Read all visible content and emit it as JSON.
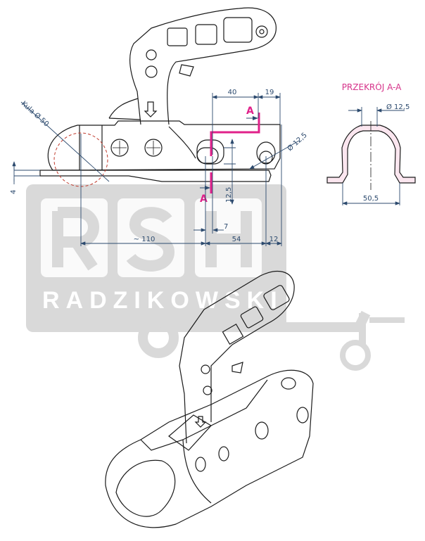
{
  "drawing": {
    "section_title": "PRZEKRÓJ A-A",
    "section_marker_top": "A",
    "section_marker_bottom": "A",
    "dimensions": {
      "ball_diameter": "Kula Ø 50",
      "d40": "40",
      "d19": "19",
      "hole_diameter": "Ø 12,5",
      "d12_5_vertical": "12,5",
      "d4": "4",
      "d7": "7",
      "d110": "~ 110",
      "d54": "54",
      "d12": "12",
      "section_hole": "Ø 12,5",
      "section_width": "50,5"
    }
  },
  "watermark": {
    "logo": "RSH",
    "letters": [
      "R",
      "S",
      "H"
    ],
    "company": "RADZIKOWSKI"
  },
  "colors": {
    "dimension": "#2c4a6e",
    "section": "#d6338a",
    "watermark": "#d9d9d9",
    "outline": "#1a1a1a"
  }
}
